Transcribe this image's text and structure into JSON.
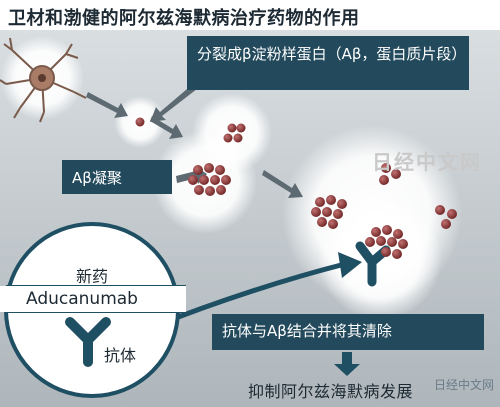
{
  "title": "卫材和渤健的阿尔兹海默病治疗药物的作用",
  "callouts": {
    "split": "分裂成β淀粉样蛋白（Aβ，蛋白质片段）",
    "aggregate": "Aβ凝聚",
    "bind": "抗体与Aβ结合并将其清除"
  },
  "result": "抑制阿尔兹海默病发展",
  "drug": {
    "new_drug_label": "新药",
    "name": "Aducanumab",
    "antibody_label": "抗体"
  },
  "watermarks": {
    "main": "日经中文网",
    "corner": "日经中文网"
  },
  "colors": {
    "callout_bg": "#234a5c",
    "particle": "#8a3a3a",
    "antibody": "#1f4f63",
    "arrow": "#5d6a72"
  },
  "icons": {
    "neuron": "neuron-icon",
    "antibody": "antibody-y-icon",
    "arrow": "arrow-icon"
  }
}
